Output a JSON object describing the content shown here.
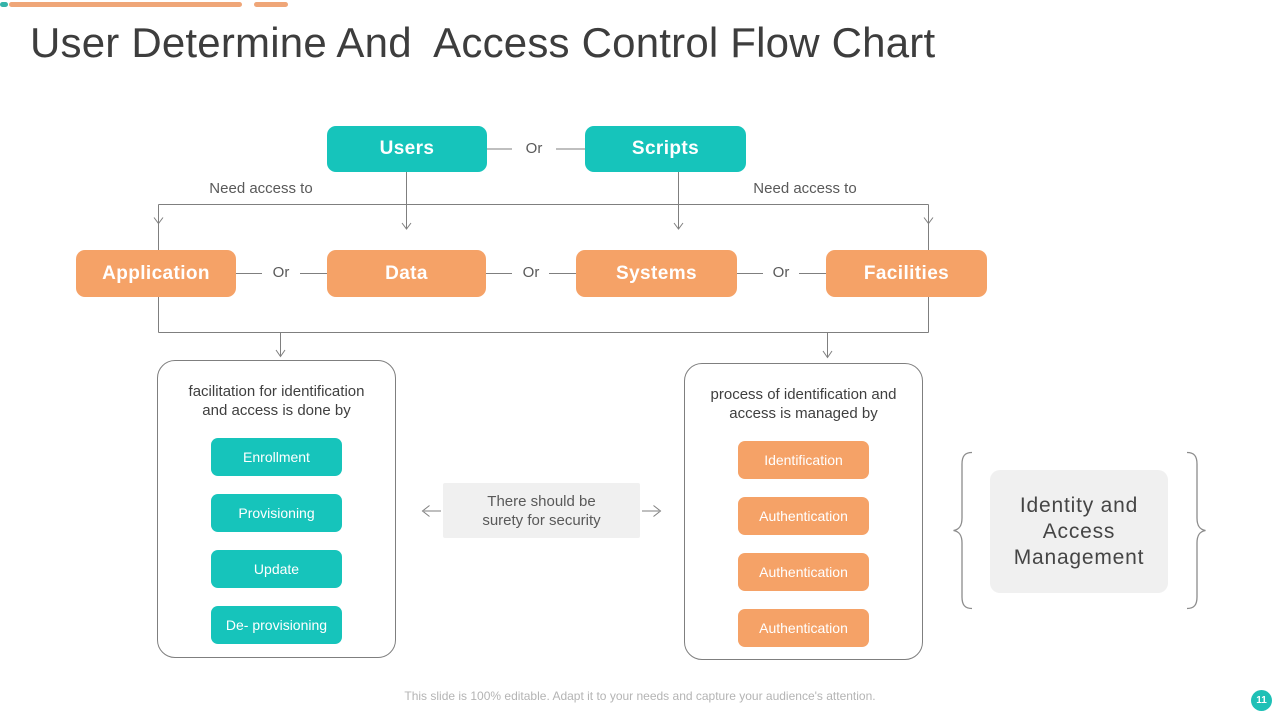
{
  "title": "User Determine And  Access Control Flow Chart",
  "top_nodes": [
    {
      "label": "Users"
    },
    {
      "label": "Scripts"
    }
  ],
  "connectors": {
    "or": "Or",
    "need_access_left": "Need access to",
    "need_access_right": "Need access to"
  },
  "resource_nodes": [
    {
      "label": "Application"
    },
    {
      "label": "Data"
    },
    {
      "label": "Systems"
    },
    {
      "label": "Facilities"
    }
  ],
  "left_panel": {
    "caption": "facilitation for identification\nand access is done by",
    "items": [
      {
        "label": "Enrollment"
      },
      {
        "label": "Provisioning"
      },
      {
        "label": "Update"
      },
      {
        "label": "De- provisioning"
      }
    ]
  },
  "right_panel": {
    "caption": "process of identification and\naccess is managed by",
    "items": [
      {
        "label": "Identification"
      },
      {
        "label": "Authentication"
      },
      {
        "label": "Authentication"
      },
      {
        "label": "Authentication"
      }
    ]
  },
  "center_note": "There should be\nsurety for security",
  "iam_box": "Identity and\nAccess\nManagement",
  "footer": {
    "note": "This slide is 100% editable. Adapt it to your needs and capture your audience's attention.",
    "page_number": "11"
  },
  "colors": {
    "teal": "#16c4bb",
    "orange": "#f5a267",
    "accent_bar_orange": "#efa678",
    "line_gray": "#7f7f7f",
    "label_gray": "#595959",
    "title_color": "#3d3d3d",
    "light_panel_gray": "#f0f0f0"
  }
}
